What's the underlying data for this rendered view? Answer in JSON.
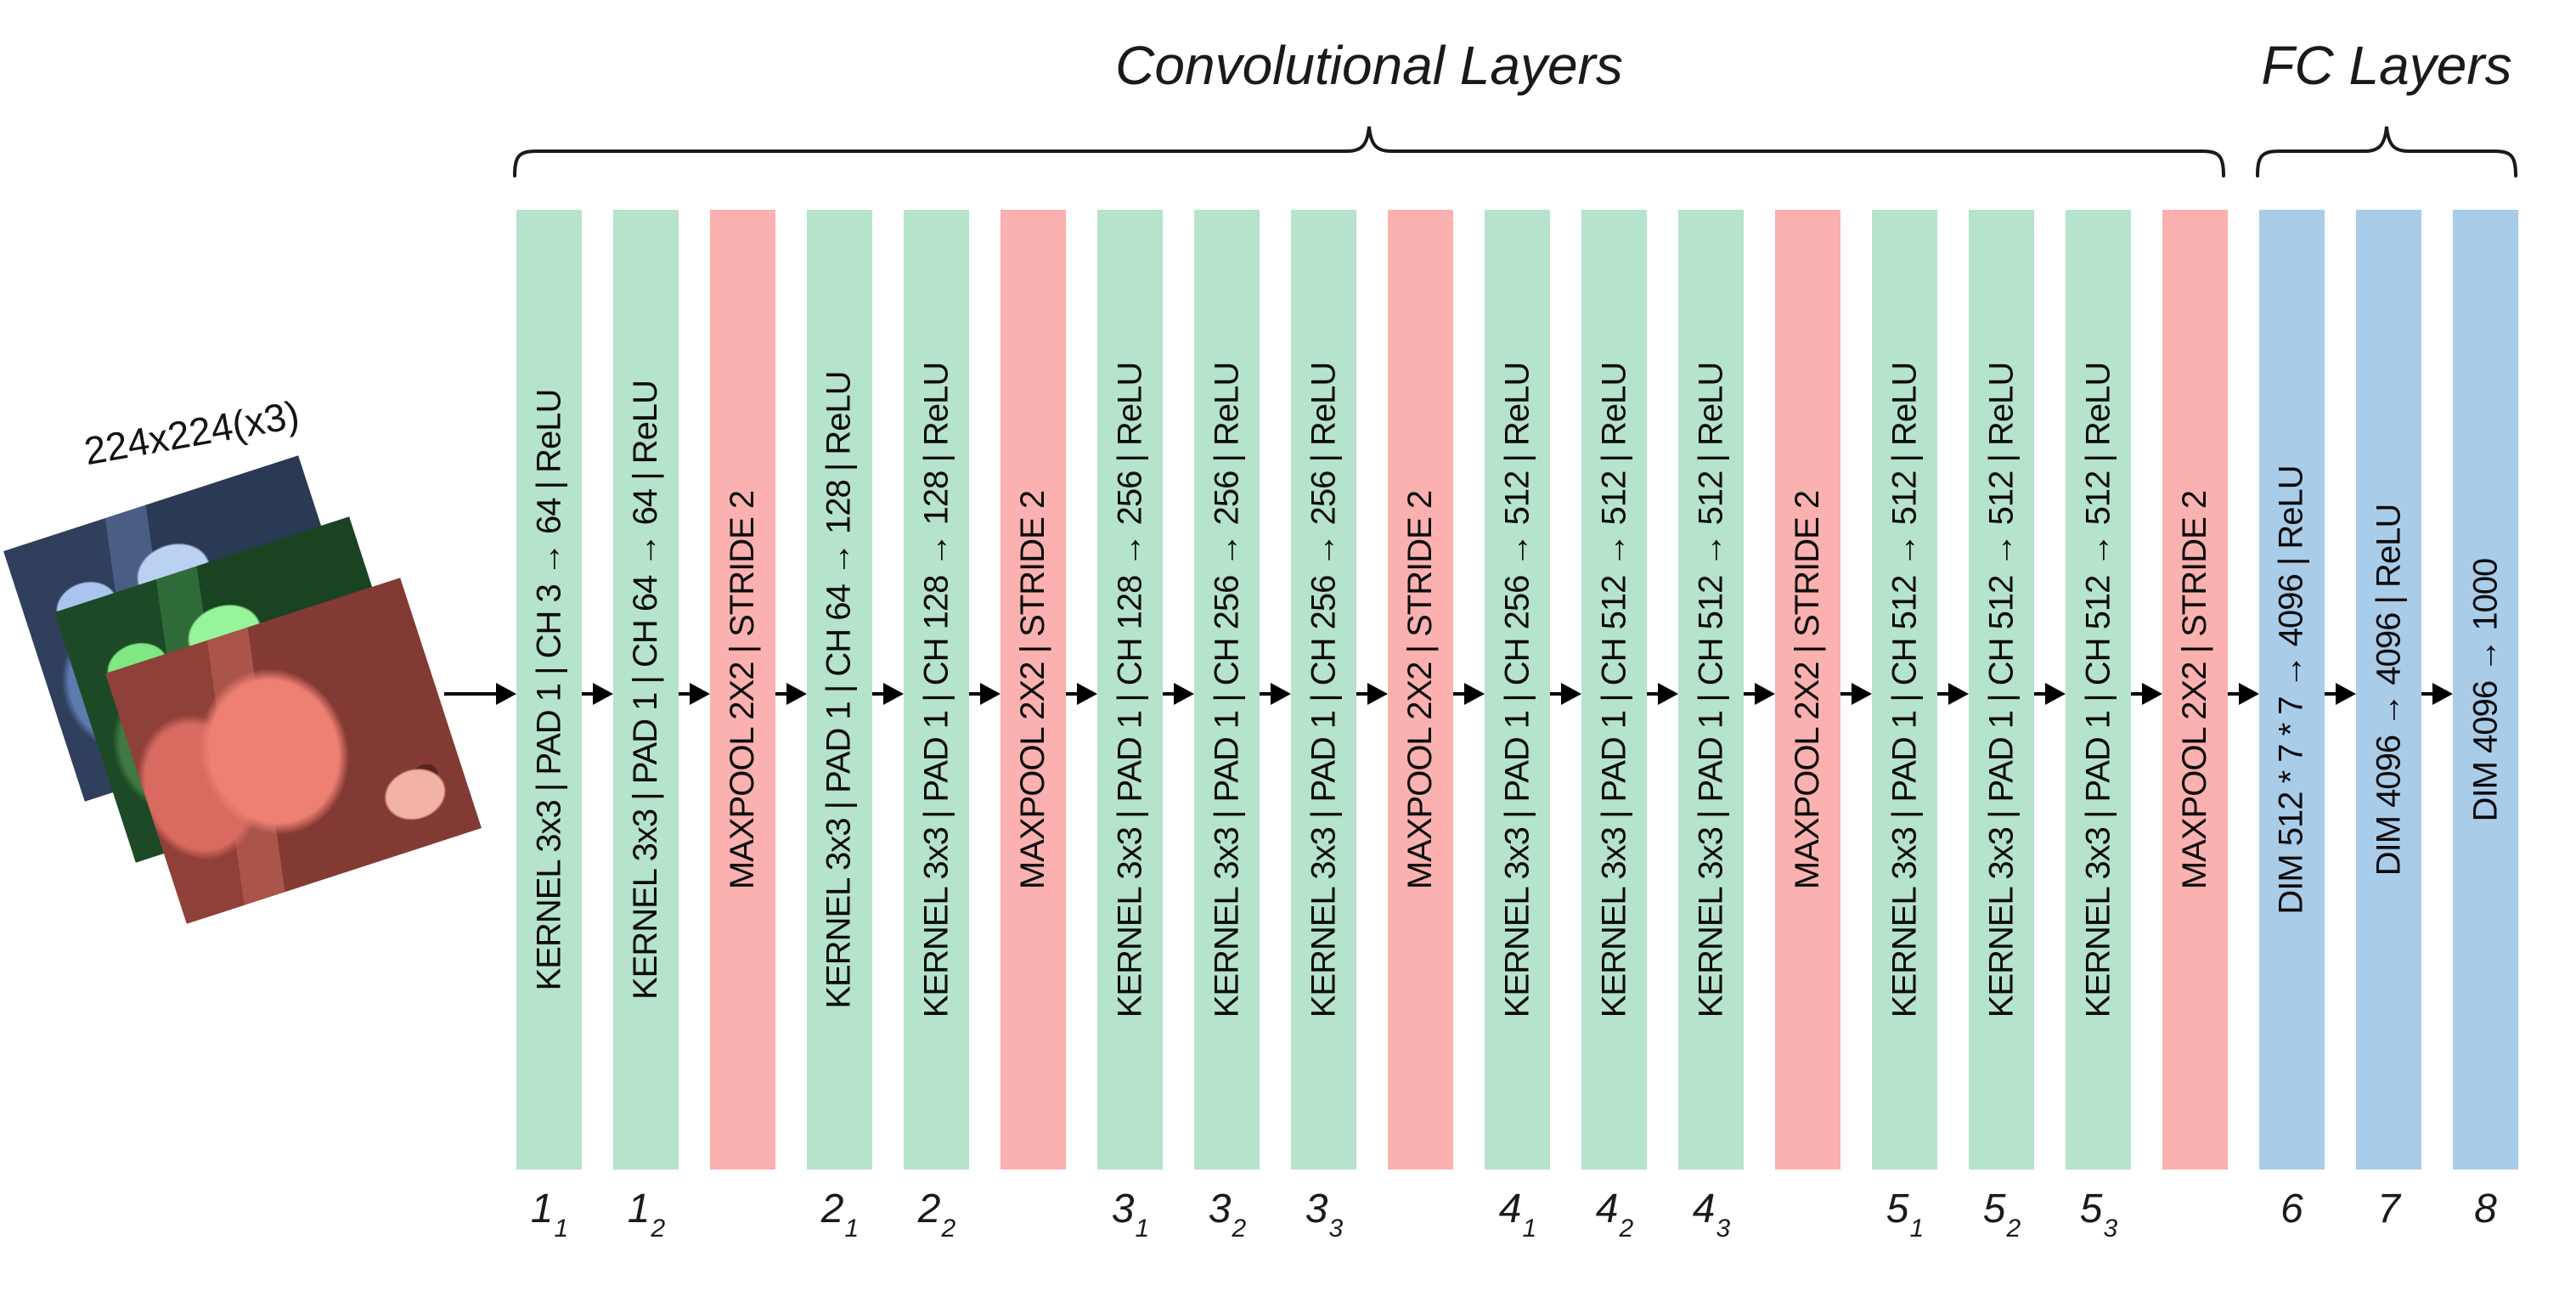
{
  "titles": {
    "conv": "Convolutional Layers",
    "fc": "FC Layers"
  },
  "input": {
    "size_label": "224x224(x3)",
    "photos": [
      "blue-channel-photo",
      "green-channel-photo",
      "red-channel-photo"
    ]
  },
  "colors": {
    "conv_bar": "#b5e3cb",
    "pool_bar": "#fbb1af",
    "fc_bar": "#a9cce9",
    "text": "#0b0b0b"
  },
  "layers": [
    {
      "type": "conv",
      "text": "KERNEL 3x3 | PAD 1 | CH 3 → 64 | ReLU",
      "label": "1",
      "sub": "1"
    },
    {
      "type": "conv",
      "text": "KERNEL 3x3 | PAD 1 | CH 64 → 64 | ReLU",
      "label": "1",
      "sub": "2"
    },
    {
      "type": "pool",
      "text": "MAXPOOL 2X2 | STRIDE 2",
      "label": "",
      "sub": ""
    },
    {
      "type": "conv",
      "text": "KERNEL 3x3 | PAD 1 | CH 64 → 128 | ReLU",
      "label": "2",
      "sub": "1"
    },
    {
      "type": "conv",
      "text": "KERNEL 3x3 | PAD 1 | CH 128 → 128 | ReLU",
      "label": "2",
      "sub": "2"
    },
    {
      "type": "pool",
      "text": "MAXPOOL 2X2 | STRIDE 2",
      "label": "",
      "sub": ""
    },
    {
      "type": "conv",
      "text": "KERNEL 3x3 | PAD 1 | CH 128 → 256 | ReLU",
      "label": "3",
      "sub": "1"
    },
    {
      "type": "conv",
      "text": "KERNEL 3x3 | PAD 1 | CH 256 → 256 | ReLU",
      "label": "3",
      "sub": "2"
    },
    {
      "type": "conv",
      "text": "KERNEL 3x3 | PAD 1 | CH 256 → 256 | ReLU",
      "label": "3",
      "sub": "3"
    },
    {
      "type": "pool",
      "text": "MAXPOOL 2X2 | STRIDE 2",
      "label": "",
      "sub": ""
    },
    {
      "type": "conv",
      "text": "KERNEL 3x3 | PAD 1 | CH 256 → 512 | ReLU",
      "label": "4",
      "sub": "1"
    },
    {
      "type": "conv",
      "text": "KERNEL 3x3 | PAD 1 | CH 512 → 512 | ReLU",
      "label": "4",
      "sub": "2"
    },
    {
      "type": "conv",
      "text": "KERNEL 3x3 | PAD 1 | CH 512 → 512 | ReLU",
      "label": "4",
      "sub": "3"
    },
    {
      "type": "pool",
      "text": "MAXPOOL 2X2 | STRIDE 2",
      "label": "",
      "sub": ""
    },
    {
      "type": "conv",
      "text": "KERNEL 3x3 | PAD 1 | CH 512 → 512 | ReLU",
      "label": "5",
      "sub": "1"
    },
    {
      "type": "conv",
      "text": "KERNEL 3x3 | PAD 1 | CH 512 → 512 | ReLU",
      "label": "5",
      "sub": "2"
    },
    {
      "type": "conv",
      "text": "KERNEL 3x3 | PAD 1 | CH 512 → 512 | ReLU",
      "label": "5",
      "sub": "3"
    },
    {
      "type": "pool",
      "text": "MAXPOOL 2X2 | STRIDE 2",
      "label": "",
      "sub": ""
    },
    {
      "type": "fc",
      "text": "DIM 512 * 7 * 7 → 4096 | ReLU",
      "label": "6",
      "sub": ""
    },
    {
      "type": "fc",
      "text": "DIM 4096 → 4096 | ReLU",
      "label": "7",
      "sub": ""
    },
    {
      "type": "fc",
      "text": "DIM 4096 → 1000",
      "label": "8",
      "sub": ""
    }
  ]
}
